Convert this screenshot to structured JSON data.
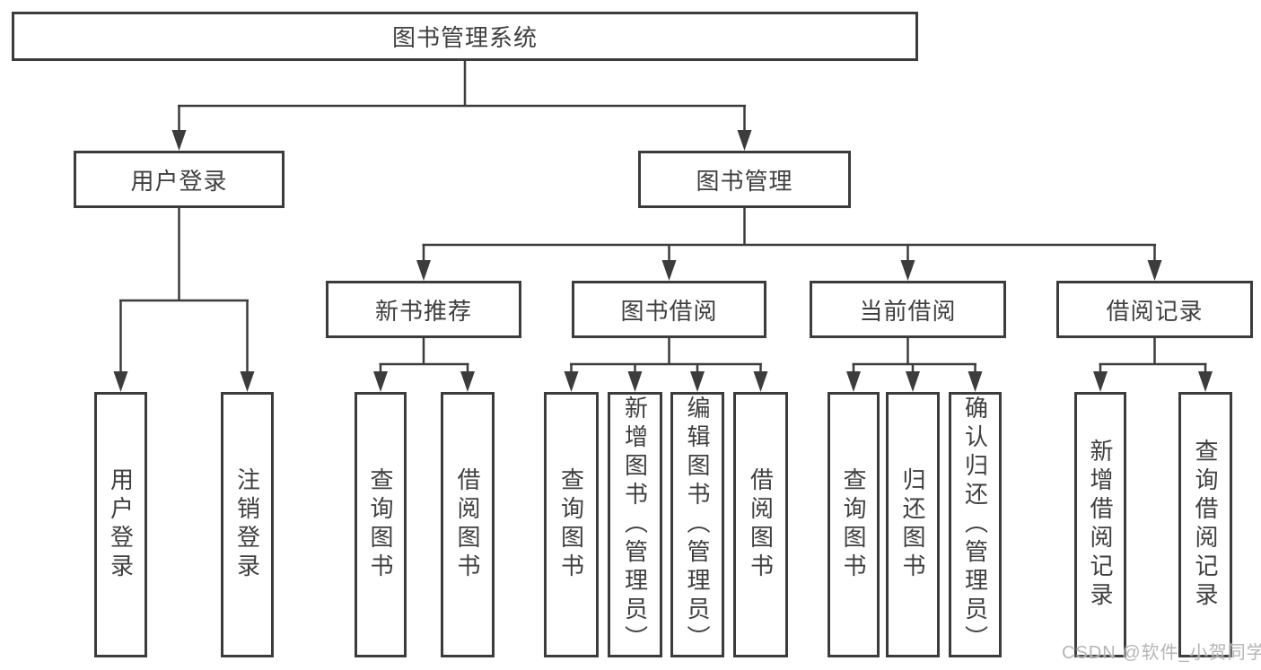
{
  "tree": {
    "label": "图书管理系统",
    "children": [
      {
        "label": "用户登录",
        "children": [
          {
            "label": "用户登录"
          },
          {
            "label": "注销登录"
          }
        ]
      },
      {
        "label": "图书管理",
        "children": [
          {
            "label": "新书推荐",
            "children": [
              {
                "label": "查询图书"
              },
              {
                "label": "借阅图书"
              }
            ]
          },
          {
            "label": "图书借阅",
            "children": [
              {
                "label": "查询图书"
              },
              {
                "label": "新增图书（管理员）"
              },
              {
                "label": "编辑图书（管理员）"
              },
              {
                "label": "借阅图书"
              }
            ]
          },
          {
            "label": "当前借阅",
            "children": [
              {
                "label": "查询图书"
              },
              {
                "label": "归还图书"
              },
              {
                "label": "确认归还（管理员）"
              }
            ]
          },
          {
            "label": "借阅记录",
            "children": [
              {
                "label": "新增借阅记录"
              },
              {
                "label": "查询借阅记录"
              }
            ]
          }
        ]
      }
    ]
  },
  "watermark": {
    "text": "CSDN @软件_小贺同学"
  },
  "colors": {
    "line": "#3c3c3c",
    "text": "#3f3f3f",
    "watermark": "#a8a8a8",
    "background": "#ffffff"
  }
}
